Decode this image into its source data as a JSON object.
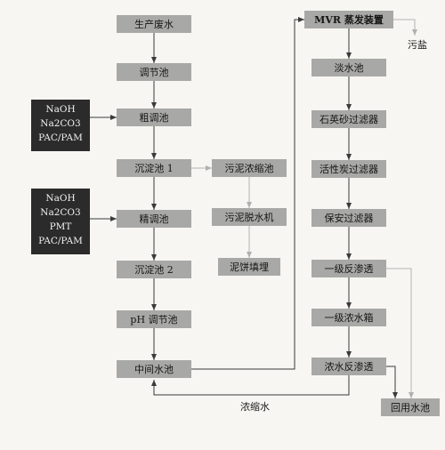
{
  "colors": {
    "node_fill": "#a8a8a6",
    "chem_fill": "#2b2b2b",
    "main_line": "#3a3a3a",
    "secondary_line": "#b9b9b9"
  },
  "nodes": {
    "wastewater": "生产废水",
    "equalization": "调节池",
    "coarse_adjust": "粗调池",
    "sedimentation1": "沉淀池 1",
    "fine_adjust": "精调池",
    "sedimentation2": "沉淀池 2",
    "ph_adjust": "pH 调节池",
    "intermediate": "中间水池",
    "sludge_thicken": "污泥浓缩池",
    "sludge_dewater": "污泥脱水机",
    "sludge_cake": "泥饼填埋",
    "mvr": "MVR 蒸发装置",
    "fresh_pool": "淡水池",
    "quartz_filter": "石英砂过滤器",
    "carbon_filter": "活性炭过滤器",
    "security_filter": "保安过滤器",
    "ro1": "一级反渗透",
    "ro1_tank": "一级浓水箱",
    "ro_concentrate": "浓水反渗透",
    "reuse_pool": "回用水池"
  },
  "chem1": [
    "NaOH",
    "Na2CO3",
    "PAC/PAM"
  ],
  "chem2": [
    "NaOH",
    "Na2CO3",
    "PMT",
    "PAC/PAM"
  ],
  "labels": {
    "salt": "污盐",
    "concentrate": "浓缩水"
  }
}
